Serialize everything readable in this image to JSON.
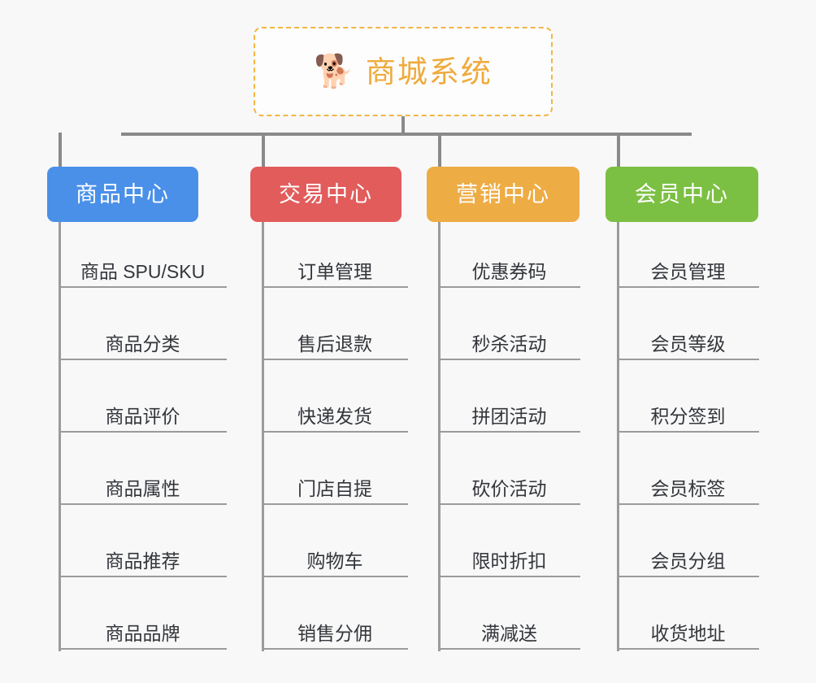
{
  "background_color": "#f8f8f8",
  "root": {
    "icon": "shiba-dog-face-emoji",
    "icon_glyph": "🐕",
    "title": "商城系统",
    "title_color": "#efaa3c",
    "border_color": "#f2b544",
    "border_style": "dashed"
  },
  "connector_color": "#8a8a8a",
  "categories": [
    {
      "label": "商品中心",
      "color": "#4a90e8",
      "key": "product-center",
      "items": [
        "商品 SPU/SKU",
        "商品分类",
        "商品评价",
        "商品属性",
        "商品推荐",
        "商品品牌"
      ]
    },
    {
      "label": "交易中心",
      "color": "#e25c5c",
      "key": "trade-center",
      "items": [
        "订单管理",
        "售后退款",
        "快递发货",
        "门店自提",
        "购物车",
        "销售分佣"
      ]
    },
    {
      "label": "营销中心",
      "color": "#eeac45",
      "key": "marketing-center",
      "items": [
        "优惠券码",
        "秒杀活动",
        "拼团活动",
        "砍价活动",
        "限时折扣",
        "满减送"
      ]
    },
    {
      "label": "会员中心",
      "color": "#7cc043",
      "key": "member-center",
      "items": [
        "会员管理",
        "会员等级",
        "积分签到",
        "会员标签",
        "会员分组",
        "收货地址"
      ]
    }
  ]
}
